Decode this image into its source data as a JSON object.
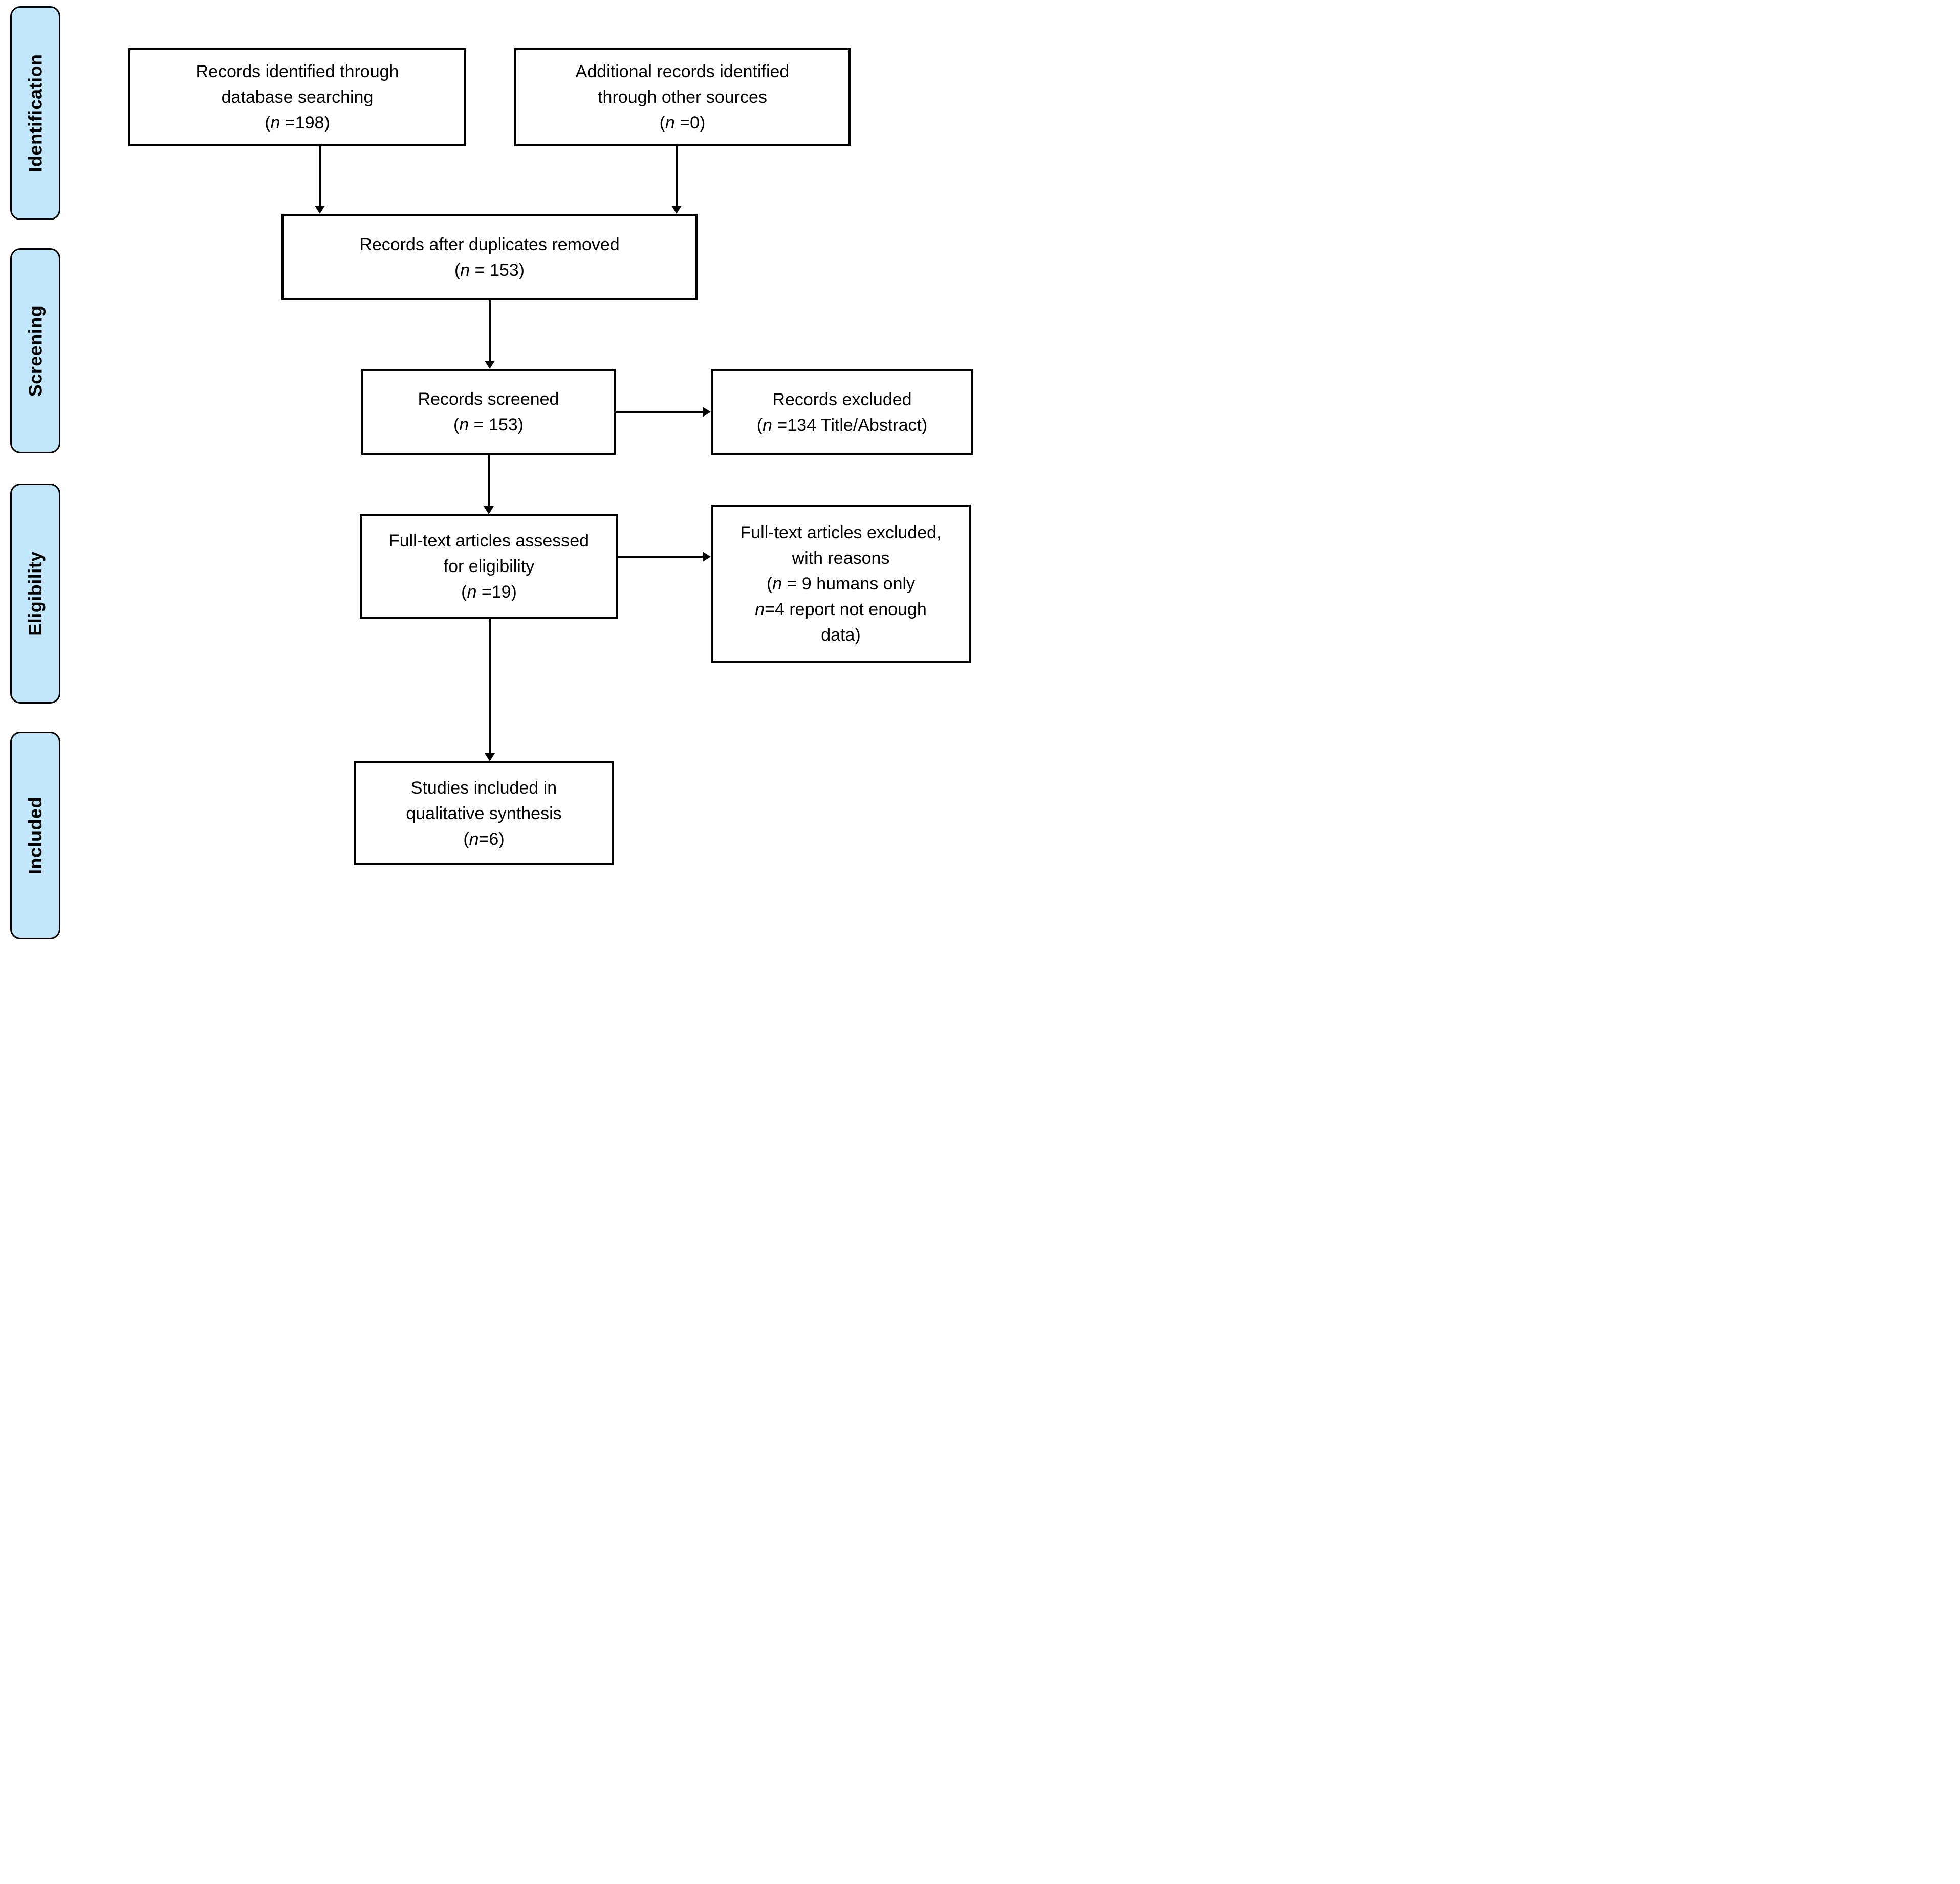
{
  "colors": {
    "stage_fill": "#C3E7FA",
    "box_fill": "#FFFFFF",
    "line": "#000000",
    "page_bg": "#FFFFFF"
  },
  "stages": [
    {
      "label": "Identification"
    },
    {
      "label": "Screening"
    },
    {
      "label": "Eligibility"
    },
    {
      "label": "Included"
    }
  ],
  "boxes": {
    "records_identified": {
      "lines": [
        "Records identified through",
        "database searching",
        "(*n* =198)"
      ]
    },
    "additional_records": {
      "lines": [
        "Additional records identified",
        "through other sources",
        "(*n* =0)"
      ]
    },
    "duplicates_removed": {
      "lines": [
        "Records after duplicates removed",
        "(*n* = 153)"
      ]
    },
    "records_screened": {
      "lines": [
        "Records screened",
        "(*n* = 153)"
      ]
    },
    "records_excluded": {
      "lines": [
        "Records excluded",
        "(*n* =134 Title/Abstract)"
      ]
    },
    "fulltext_assessed": {
      "lines": [
        "Full-text articles assessed",
        "for eligibility",
        "(*n* =19)"
      ]
    },
    "fulltext_excluded": {
      "lines": [
        "Full-text articles excluded,",
        "with reasons",
        "(*n* = 9 humans only",
        "*n*=4 report not enough",
        "data)"
      ]
    },
    "studies_included": {
      "lines": [
        "Studies included in",
        "qualitative synthesis",
        "(*n*=6)"
      ]
    }
  }
}
